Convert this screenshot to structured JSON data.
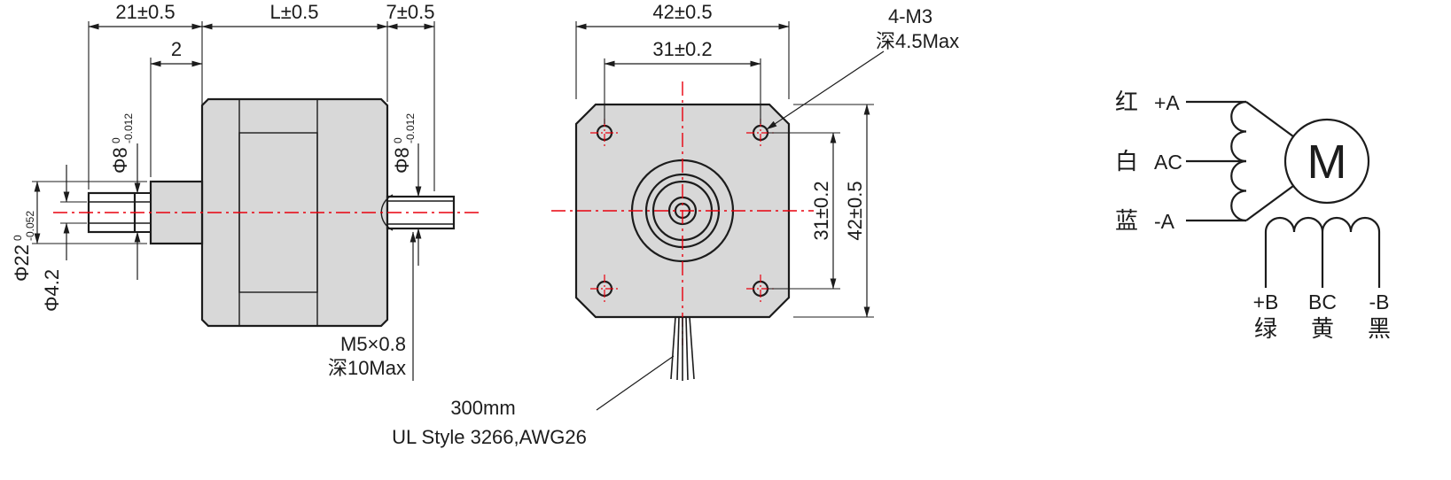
{
  "colors": {
    "line": "#1c1c1c",
    "centerline": "#e8000d",
    "hatch": "#4ed9d9",
    "fill": "#d8d8d8"
  },
  "side_view": {
    "dim_top_left": "21±0.5",
    "dim_top_mid": "L±0.5",
    "dim_top_right": "7±0.5",
    "dim_boss": "2",
    "dia_shaft_front": {
      "main": "Φ8",
      "tol_top": "0",
      "tol_bot": "-0.012"
    },
    "dia_boss": {
      "main": "Φ22",
      "tol_top": "0",
      "tol_bot": "-0.052"
    },
    "dia_hole": "Φ4.2",
    "dia_shaft_rear": {
      "main": "Φ8",
      "tol_top": "0",
      "tol_bot": "-0.012"
    },
    "thread_note_line1": "M5×0.8",
    "thread_note_line2": "深10Max"
  },
  "front_view": {
    "dim_width": "42±0.5",
    "dim_hole_spacing_h": "31±0.2",
    "hole_note_line1": "4-M3",
    "hole_note_line2": "深4.5Max",
    "dim_hole_spacing_v": "31±0.2",
    "dim_height": "42±0.5",
    "wire_note_line1": "300mm",
    "wire_note_line2": "UL Style 3266,AWG26"
  },
  "wiring_diagram": {
    "lead_red_cn": "红",
    "lead_red_en": "+A",
    "lead_white_cn": "白",
    "lead_white_en": "AC",
    "lead_blue_cn": "蓝",
    "lead_blue_en": "-A",
    "motor_label": "M",
    "lead_bplus_en": "+B",
    "lead_bc_en": "BC",
    "lead_bminus_en": "-B",
    "lead_green_cn": "绿",
    "lead_yellow_cn": "黄",
    "lead_black_cn": "黑"
  }
}
